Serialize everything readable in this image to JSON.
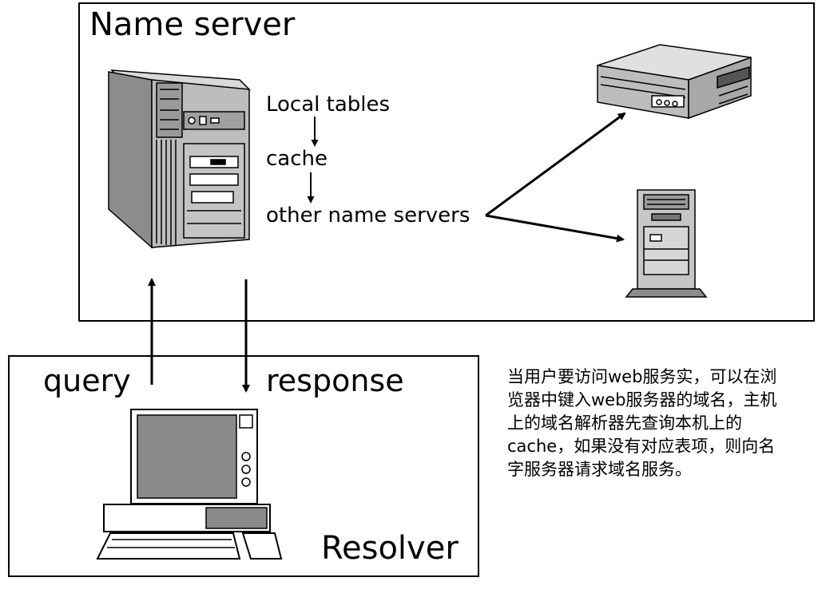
{
  "name_server": {
    "title": "Name server",
    "steps": [
      "Local tables",
      "cache",
      "other name servers"
    ]
  },
  "resolver": {
    "title": "Resolver",
    "query_label": "query",
    "response_label": "response"
  },
  "note": "当用户要访问web服务实，可以在浏览器中键入web服务器的域名，主机上的域名解析器先查询本机上的cache，如果没有对应表项，则向名字服务器请求域名服务。"
}
